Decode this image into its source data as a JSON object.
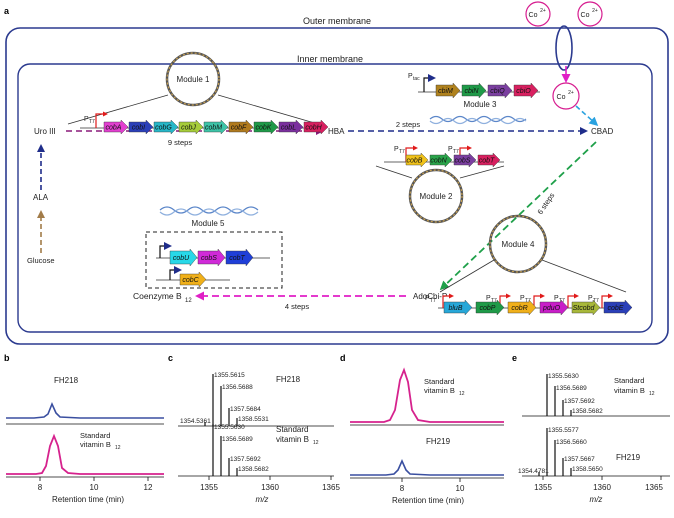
{
  "panel_labels": [
    "a",
    "b",
    "c",
    "d",
    "e"
  ],
  "membranes": {
    "outer": "Outer membrane",
    "inner": "Inner membrane"
  },
  "cobalt": "Co",
  "cobalt_charge": "2+",
  "metabolites": {
    "uro": "Uro III",
    "hba": "HBA",
    "cbad": "CBAD",
    "ala": "ALA",
    "glucose": "Glucose",
    "adocbip": "AdoCbi-P",
    "coenzyme": "Coenzyme B",
    "coenzyme_sub": "12"
  },
  "steps": {
    "s9": "9 steps",
    "s2": "2 steps",
    "s6": "6 steps",
    "s4": "4 steps"
  },
  "modules": {
    "m1": "Module 1",
    "m2": "Module 2",
    "m3": "Module 3",
    "m4": "Module 4",
    "m5": "Module 5"
  },
  "promoters": {
    "t7": "P",
    "t7_sub": "T7",
    "tac": "P",
    "tac_sub": "tac"
  },
  "genes": {
    "module1": [
      "cobA",
      "cobI",
      "cobG",
      "cobJ",
      "cobM",
      "cobF",
      "cobK",
      "cobL",
      "cobH"
    ],
    "module2": [
      "cobB",
      "cobN",
      "cobS",
      "cobT"
    ],
    "module3": [
      "cbiM",
      "cbiN",
      "cbiQ",
      "cbiO"
    ],
    "module4": [
      "bluB",
      "cobP",
      "cobR",
      "pduO",
      "Stcobd",
      "cobE"
    ],
    "module5": [
      "cobU",
      "cobS",
      "cobT",
      "cobC"
    ]
  },
  "colors": {
    "membrane": "#2b3a8f",
    "pathway_main": "#8a1a7a",
    "pathway_green": "#1fa04a",
    "pathway_magenta": "#e01fc6",
    "pathway_blue": "#2aa2e0",
    "pathway_brown": "#a27c49",
    "trace_sample": "#3a4fa0",
    "trace_standard": "#d6228d"
  },
  "panel_b": {
    "top_label": "FH218",
    "std_label_1": "Standard",
    "std_label_2": "vitamin B",
    "std_sub": "12",
    "xlabel": "Retention time (min)",
    "ticks": [
      "8",
      "10",
      "12"
    ]
  },
  "panel_c": {
    "top_label": "FH218",
    "top_peaks": [
      "1355.5615",
      "1356.5688",
      "1357.5684",
      "1358.5531",
      "1354.5361"
    ],
    "bottom_label_1": "Standard",
    "bottom_label_2": "vitamin B",
    "bottom_sub": "12",
    "bottom_peaks": [
      "1355.5630",
      "1356.5689",
      "1357.5692",
      "1358.5682"
    ],
    "xlabel": "m/z",
    "ticks": [
      "1355",
      "1360",
      "1365"
    ]
  },
  "panel_d": {
    "top_label_1": "Standard",
    "top_label_2": "vitamin B",
    "top_sub": "12",
    "bottom_label": "FH219",
    "xlabel": "Retention time (min)",
    "ticks": [
      "8",
      "10"
    ]
  },
  "panel_e": {
    "top_label_1": "Standard",
    "top_label_2": "vitamin B",
    "top_sub": "12",
    "top_peaks": [
      "1355.5630",
      "1356.5689",
      "1357.5692",
      "1358.5682"
    ],
    "bottom_label": "FH219",
    "bottom_peaks": [
      "1355.5577",
      "1356.5660",
      "1357.5667",
      "1358.5650",
      "1354.4781"
    ],
    "xlabel": "m/z",
    "ticks": [
      "1355",
      "1360",
      "1365"
    ]
  }
}
